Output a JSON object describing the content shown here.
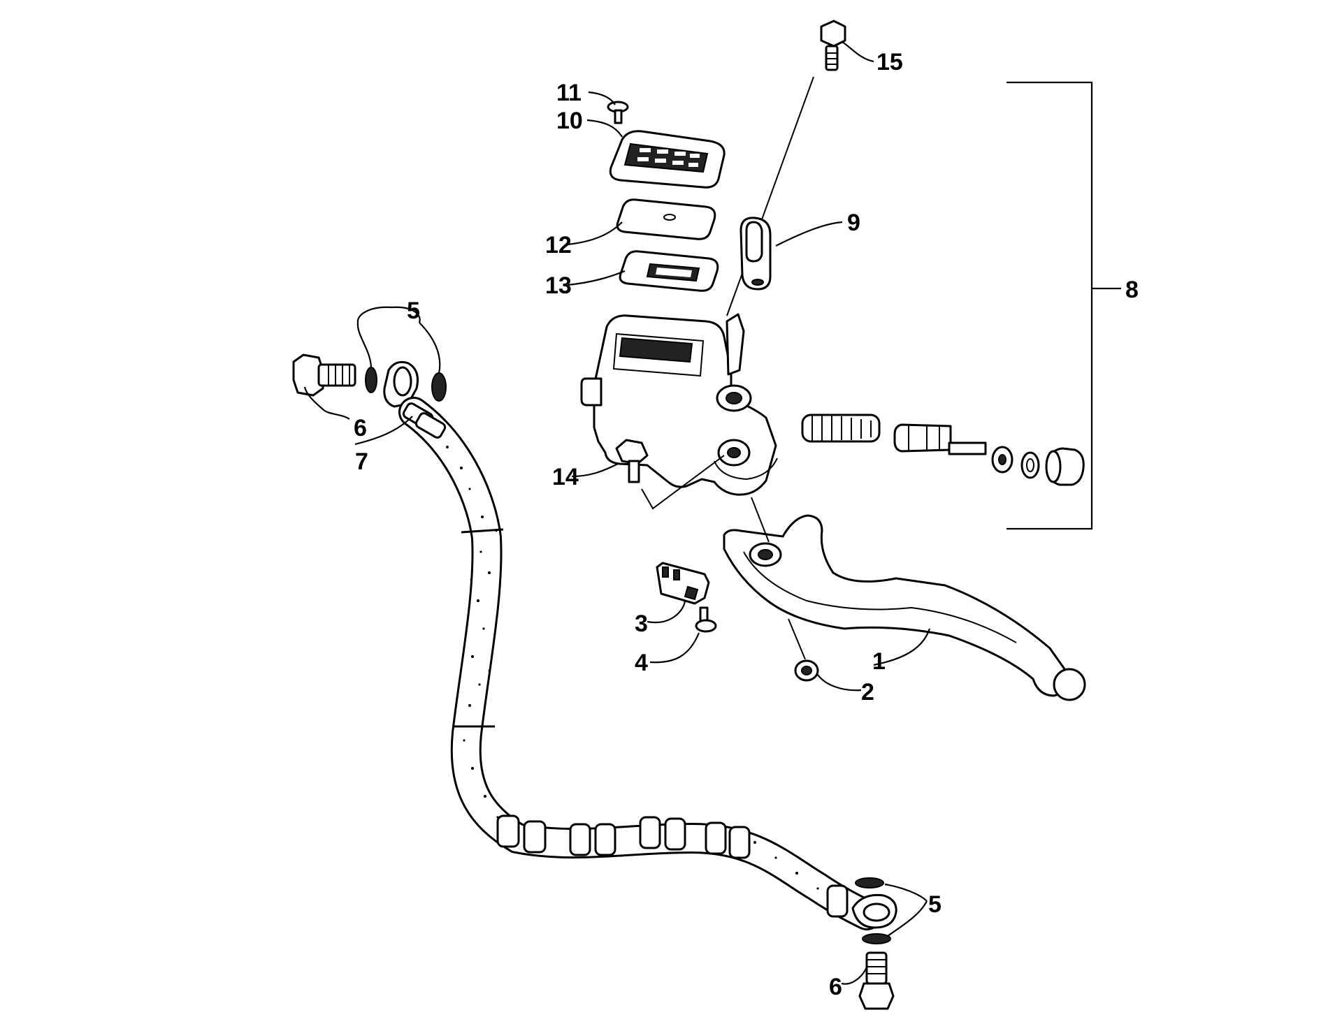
{
  "diagram": {
    "callouts": [
      {
        "id": "1",
        "text": "1"
      },
      {
        "id": "2",
        "text": "2"
      },
      {
        "id": "3",
        "text": "3"
      },
      {
        "id": "4",
        "text": "4"
      },
      {
        "id": "5a",
        "text": "5"
      },
      {
        "id": "5b",
        "text": "5"
      },
      {
        "id": "6a",
        "text": "6"
      },
      {
        "id": "6b",
        "text": "6"
      },
      {
        "id": "7",
        "text": "7"
      },
      {
        "id": "8",
        "text": "8"
      },
      {
        "id": "9",
        "text": "9"
      },
      {
        "id": "10",
        "text": "10"
      },
      {
        "id": "11",
        "text": "11"
      },
      {
        "id": "12",
        "text": "12"
      },
      {
        "id": "13",
        "text": "13"
      },
      {
        "id": "14",
        "text": "14"
      },
      {
        "id": "15",
        "text": "15"
      }
    ]
  }
}
